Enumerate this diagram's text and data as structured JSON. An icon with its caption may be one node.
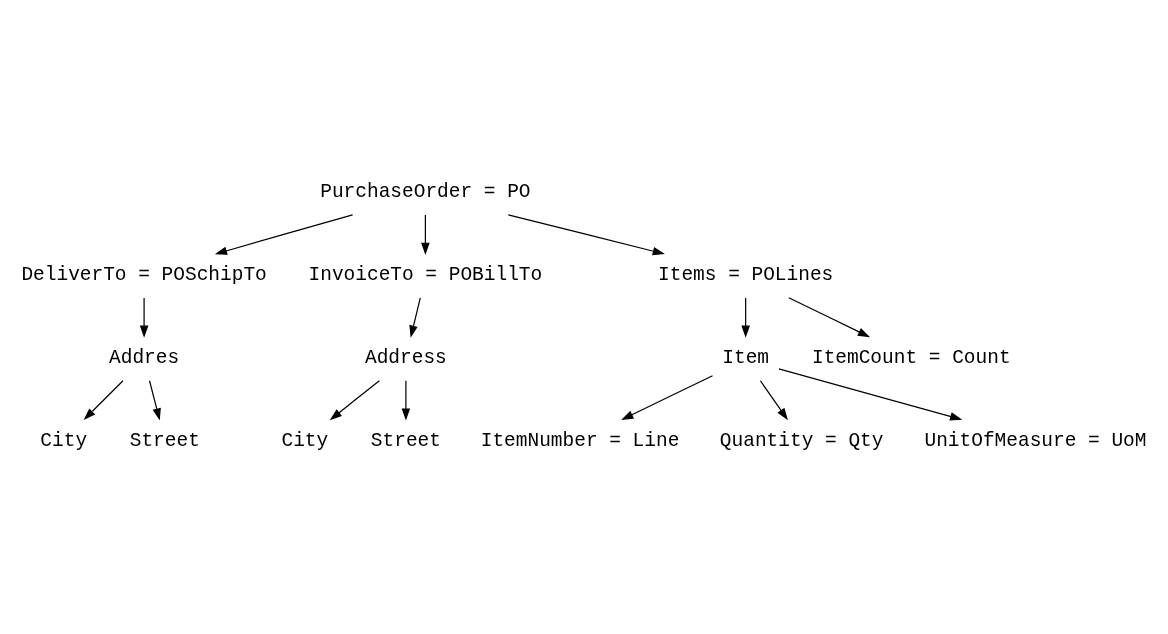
{
  "diagram": {
    "nodes": [
      {
        "text": [
          "PurchaseOrder = PO"
        ]
      },
      {
        "text": [
          "DeliverTo = POSchipTo"
        ]
      },
      {
        "text": [
          "InvoiceTo = POBillTo"
        ]
      },
      {
        "text": [
          "Addres"
        ]
      },
      {
        "text": [
          "City"
        ]
      },
      {
        "text": [
          "Street"
        ]
      },
      {
        "text": [
          "Items = POLines"
        ]
      },
      {
        "text": [
          "Address"
        ]
      },
      {
        "text": [
          "City"
        ]
      },
      {
        "text": [
          "Street"
        ]
      },
      {
        "text": [
          "Item"
        ]
      },
      {
        "text": [
          "ItemCount = Count"
        ]
      },
      {
        "text": [
          "ItemNumber = Line"
        ]
      },
      {
        "text": [
          "Quantity = Qty"
        ]
      },
      {
        "text": [
          "UnitOfMeasure = UoM"
        ]
      }
    ],
    "edges": [
      {
        "from": 0,
        "to": 1,
        "arrow": "to"
      },
      {
        "from": 0,
        "to": 6,
        "arrow": "to"
      },
      {
        "from": 0,
        "to": 2,
        "arrow": "to"
      },
      {
        "from": 1,
        "to": 3,
        "arrow": "to"
      },
      {
        "from": 3,
        "to": 4,
        "arrow": "to"
      },
      {
        "from": 3,
        "to": 5,
        "arrow": "to"
      },
      {
        "from": 2,
        "to": 7,
        "arrow": "to"
      },
      {
        "from": 7,
        "to": 8,
        "arrow": "to"
      },
      {
        "from": 7,
        "to": 9,
        "arrow": "to"
      },
      {
        "from": 6,
        "to": 10,
        "arrow": "to"
      },
      {
        "from": 6,
        "to": 11,
        "arrow": "to"
      },
      {
        "from": 10,
        "to": 12,
        "arrow": "to"
      },
      {
        "from": 10,
        "to": 13,
        "arrow": "to"
      },
      {
        "from": 10,
        "to": 14,
        "arrow": "to"
      }
    ]
  }
}
